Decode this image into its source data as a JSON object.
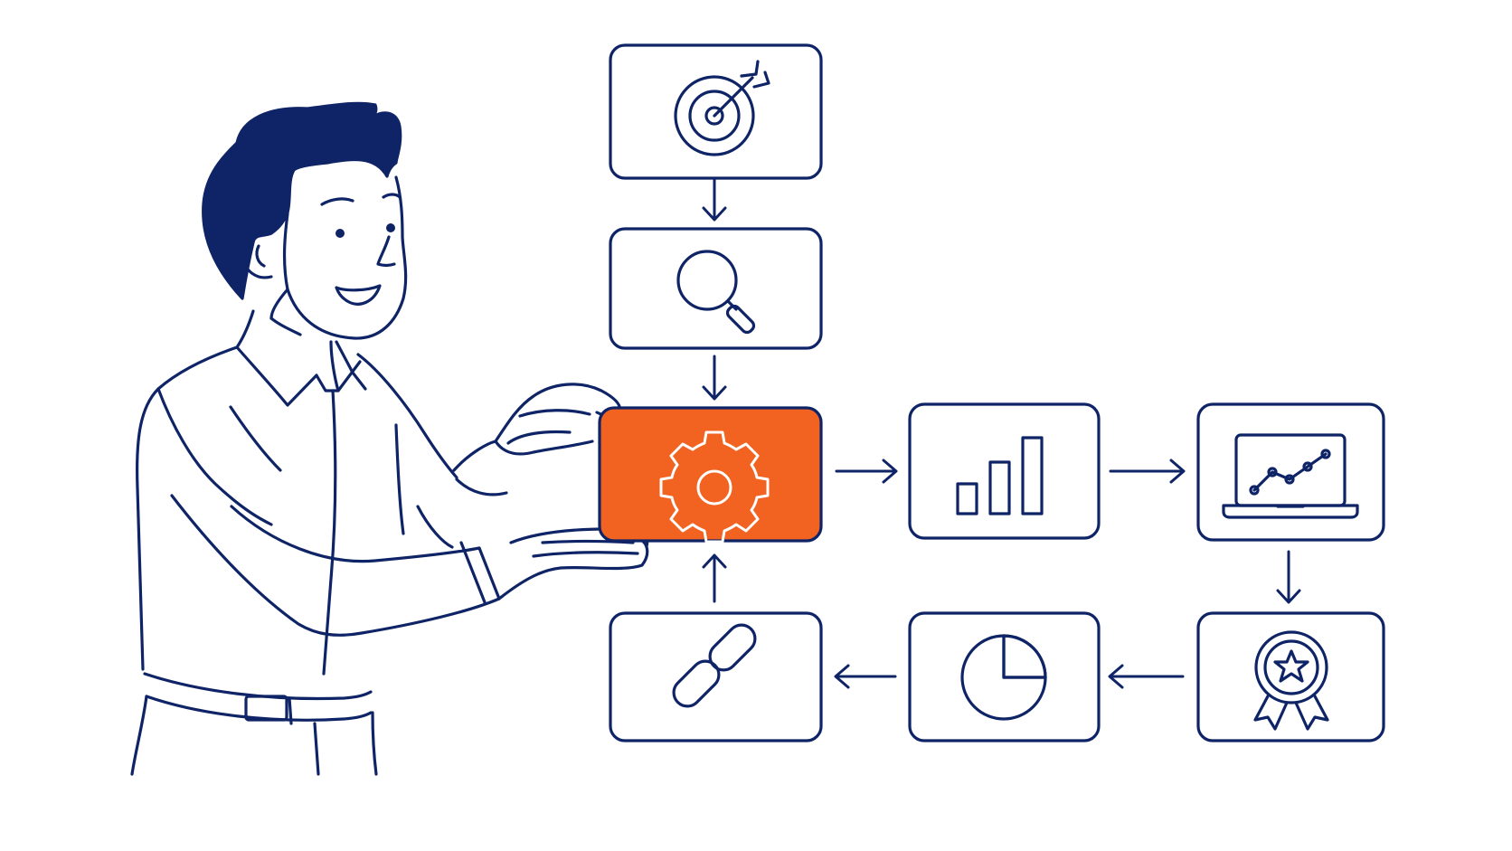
{
  "colors": {
    "ink": "#0f2466",
    "accent": "#f26322",
    "background": "#ffffff",
    "icon_on_accent": "#ffffff"
  },
  "steps": [
    {
      "id": "goal",
      "icon": "target-icon",
      "highlighted": false
    },
    {
      "id": "research",
      "icon": "magnifier-icon",
      "highlighted": false
    },
    {
      "id": "process",
      "icon": "gear-icon",
      "highlighted": true
    },
    {
      "id": "analytics",
      "icon": "bar-chart-icon",
      "highlighted": false
    },
    {
      "id": "monitoring",
      "icon": "laptop-line-chart-icon",
      "highlighted": false
    },
    {
      "id": "award",
      "icon": "award-ribbon-icon",
      "highlighted": false
    },
    {
      "id": "report",
      "icon": "pie-chart-icon",
      "highlighted": false
    },
    {
      "id": "integration",
      "icon": "chain-link-icon",
      "highlighted": false
    }
  ],
  "flow": [
    {
      "from": "goal",
      "to": "research",
      "direction": "down"
    },
    {
      "from": "research",
      "to": "process",
      "direction": "down"
    },
    {
      "from": "process",
      "to": "analytics",
      "direction": "right"
    },
    {
      "from": "analytics",
      "to": "monitoring",
      "direction": "right"
    },
    {
      "from": "monitoring",
      "to": "award",
      "direction": "down"
    },
    {
      "from": "award",
      "to": "report",
      "direction": "left"
    },
    {
      "from": "report",
      "to": "integration",
      "direction": "left"
    },
    {
      "from": "integration",
      "to": "process",
      "direction": "up"
    }
  ],
  "figure": {
    "description_icon": "man-holding-card-illustration"
  }
}
